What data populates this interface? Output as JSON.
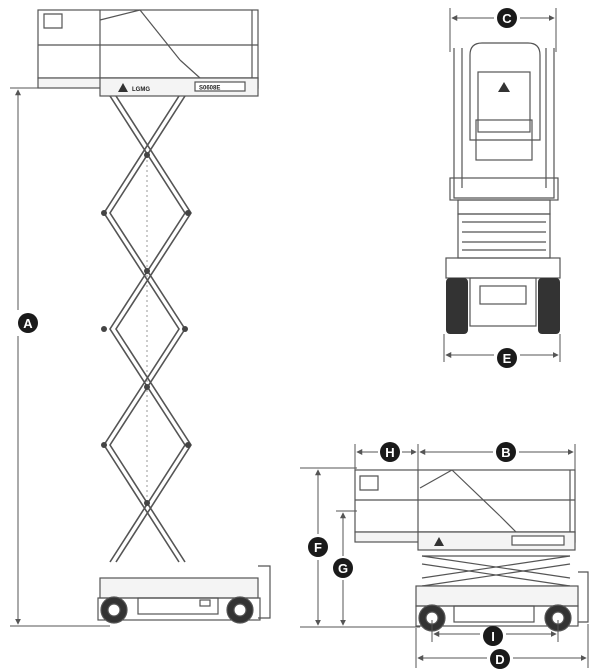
{
  "labels": {
    "A": "A",
    "B": "B",
    "C": "C",
    "D": "D",
    "E": "E",
    "F": "F",
    "G": "G",
    "H": "H",
    "I": "I"
  },
  "brand": {
    "logo_text": "LGMG",
    "model_text": "S0608E"
  },
  "colors": {
    "line": "#555555",
    "badge": "#1a1a1a",
    "badge_text": "#ffffff",
    "panel": "#f4f4f4"
  }
}
